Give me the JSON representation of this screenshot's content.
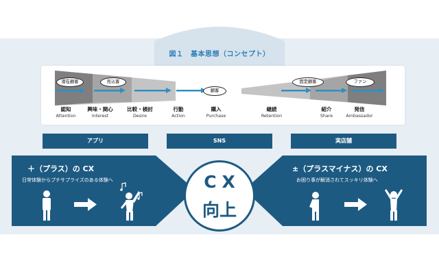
{
  "diagram": {
    "title": "図１　基本思想（コンセプト）",
    "bubbles": {
      "latent": "潜在顧客",
      "prospect": "見込客",
      "customer": "顧客",
      "fixed": "固定顧客",
      "fan": "ファン"
    },
    "stages": [
      {
        "ja": "認知",
        "en": "Attention"
      },
      {
        "ja": "興味・関心",
        "en": "Interest"
      },
      {
        "ja": "比較・検討",
        "en": "Desire"
      },
      {
        "ja": "行動",
        "en": "Action"
      },
      {
        "ja": "購入",
        "en": "Purchase"
      },
      {
        "ja": "継続",
        "en": "Retention"
      },
      {
        "ja": "紹介",
        "en": "Share"
      },
      {
        "ja": "発信",
        "en": "Ambassador"
      }
    ],
    "channels": [
      "アプリ",
      "SNS",
      "実店舗"
    ],
    "left_panel": {
      "title": "＋（プラス）の CX",
      "subtitle": "日常体験からプチサプライズのある体験へ"
    },
    "right_panel": {
      "title": "±（プラスマイナス）の CX",
      "subtitle": "お困り事が解消されてスッキリ体験へ"
    },
    "center": {
      "line1": "CX",
      "line2": "向上"
    },
    "colors": {
      "navy": "#1d5a82",
      "title_blue": "#2d7fb7",
      "arrow_blue": "#2f8fc4",
      "funnel_gray": "#b9b9b9",
      "panel_bg": "#e7eef4"
    }
  }
}
